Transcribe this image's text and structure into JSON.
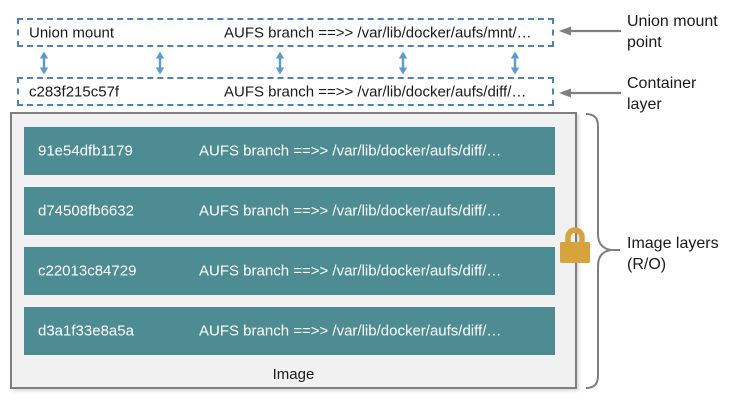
{
  "diagram": {
    "union_mount_box": {
      "label": "Union mount",
      "branch": "AUFS branch ==>> /var/lib/docker/aufs/mnt/…"
    },
    "container_box": {
      "label": "c283f215c57f",
      "branch": "AUFS branch ==>> /var/lib/docker/aufs/diff/…"
    },
    "image_box": {
      "caption": "Image",
      "layers": [
        {
          "id": "91e54dfb1179",
          "branch": "AUFS branch ==>> /var/lib/docker/aufs/diff/…"
        },
        {
          "id": "d74508fb6632",
          "branch": "AUFS branch ==>> /var/lib/docker/aufs/diff/…"
        },
        {
          "id": "c22013c84729",
          "branch": "AUFS branch ==>> /var/lib/docker/aufs/diff/…"
        },
        {
          "id": "d3a1f33e8a5a",
          "branch": "AUFS branch ==>> /var/lib/docker/aufs/diff/…"
        }
      ]
    },
    "annotations": {
      "union_mount_point": "Union mount point",
      "container_layer": "Container layer",
      "image_layers": "Image layers (R/O)"
    },
    "icons": {
      "lock": "lock-icon",
      "double_arrow": "double-arrow-icon",
      "left_arrow": "left-arrow-icon",
      "brace": "curly-brace-icon"
    },
    "colors": {
      "dashed_border_blue": "#4a82be",
      "arrow_blue": "#5b9bd5",
      "layer_teal": "#4e8c94",
      "image_box_bg": "#f1f1f1",
      "image_box_border": "#7f7f7f",
      "annotation_gray": "#7f7f7f",
      "lock_gold": "#d9a33c",
      "text_dark": "#1a1a1a",
      "layer_text": "#ffffff"
    }
  }
}
